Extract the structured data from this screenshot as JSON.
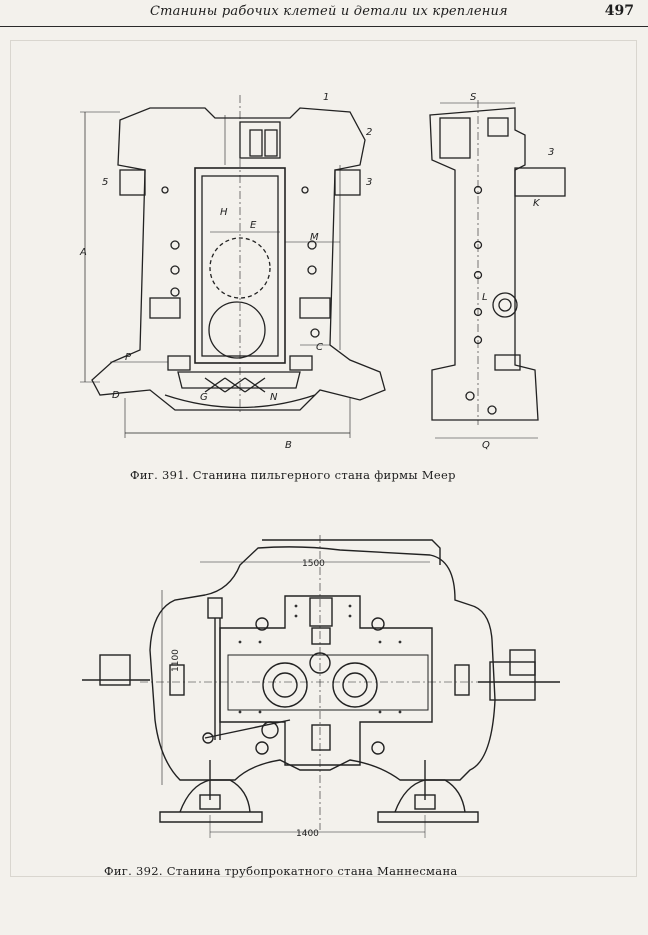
{
  "header": {
    "title": "Станины рабочих клетей и детали их крепления",
    "page_number": "497"
  },
  "figure_391": {
    "caption": "Фиг. 391. Станина пильгерного стана фирмы Меер",
    "labels": {
      "part_1": "1",
      "part_2": "2",
      "part_3": "3",
      "part_5": "5",
      "dim_A": "A",
      "dim_B": "B",
      "dim_C": "C",
      "dim_D": "D",
      "dim_E": "E",
      "dim_G": "G",
      "dim_H": "H",
      "dim_K": "K",
      "dim_M": "M",
      "dim_N": "N",
      "dim_P": "P",
      "dim_Q": "Q",
      "dim_S": "S",
      "dim_L": "L"
    }
  },
  "figure_392": {
    "caption": "Фиг. 392. Станина трубопрокатного стана Маннесмана",
    "dims": {
      "top": "1500",
      "left": "1100",
      "bottom": "1400"
    }
  }
}
